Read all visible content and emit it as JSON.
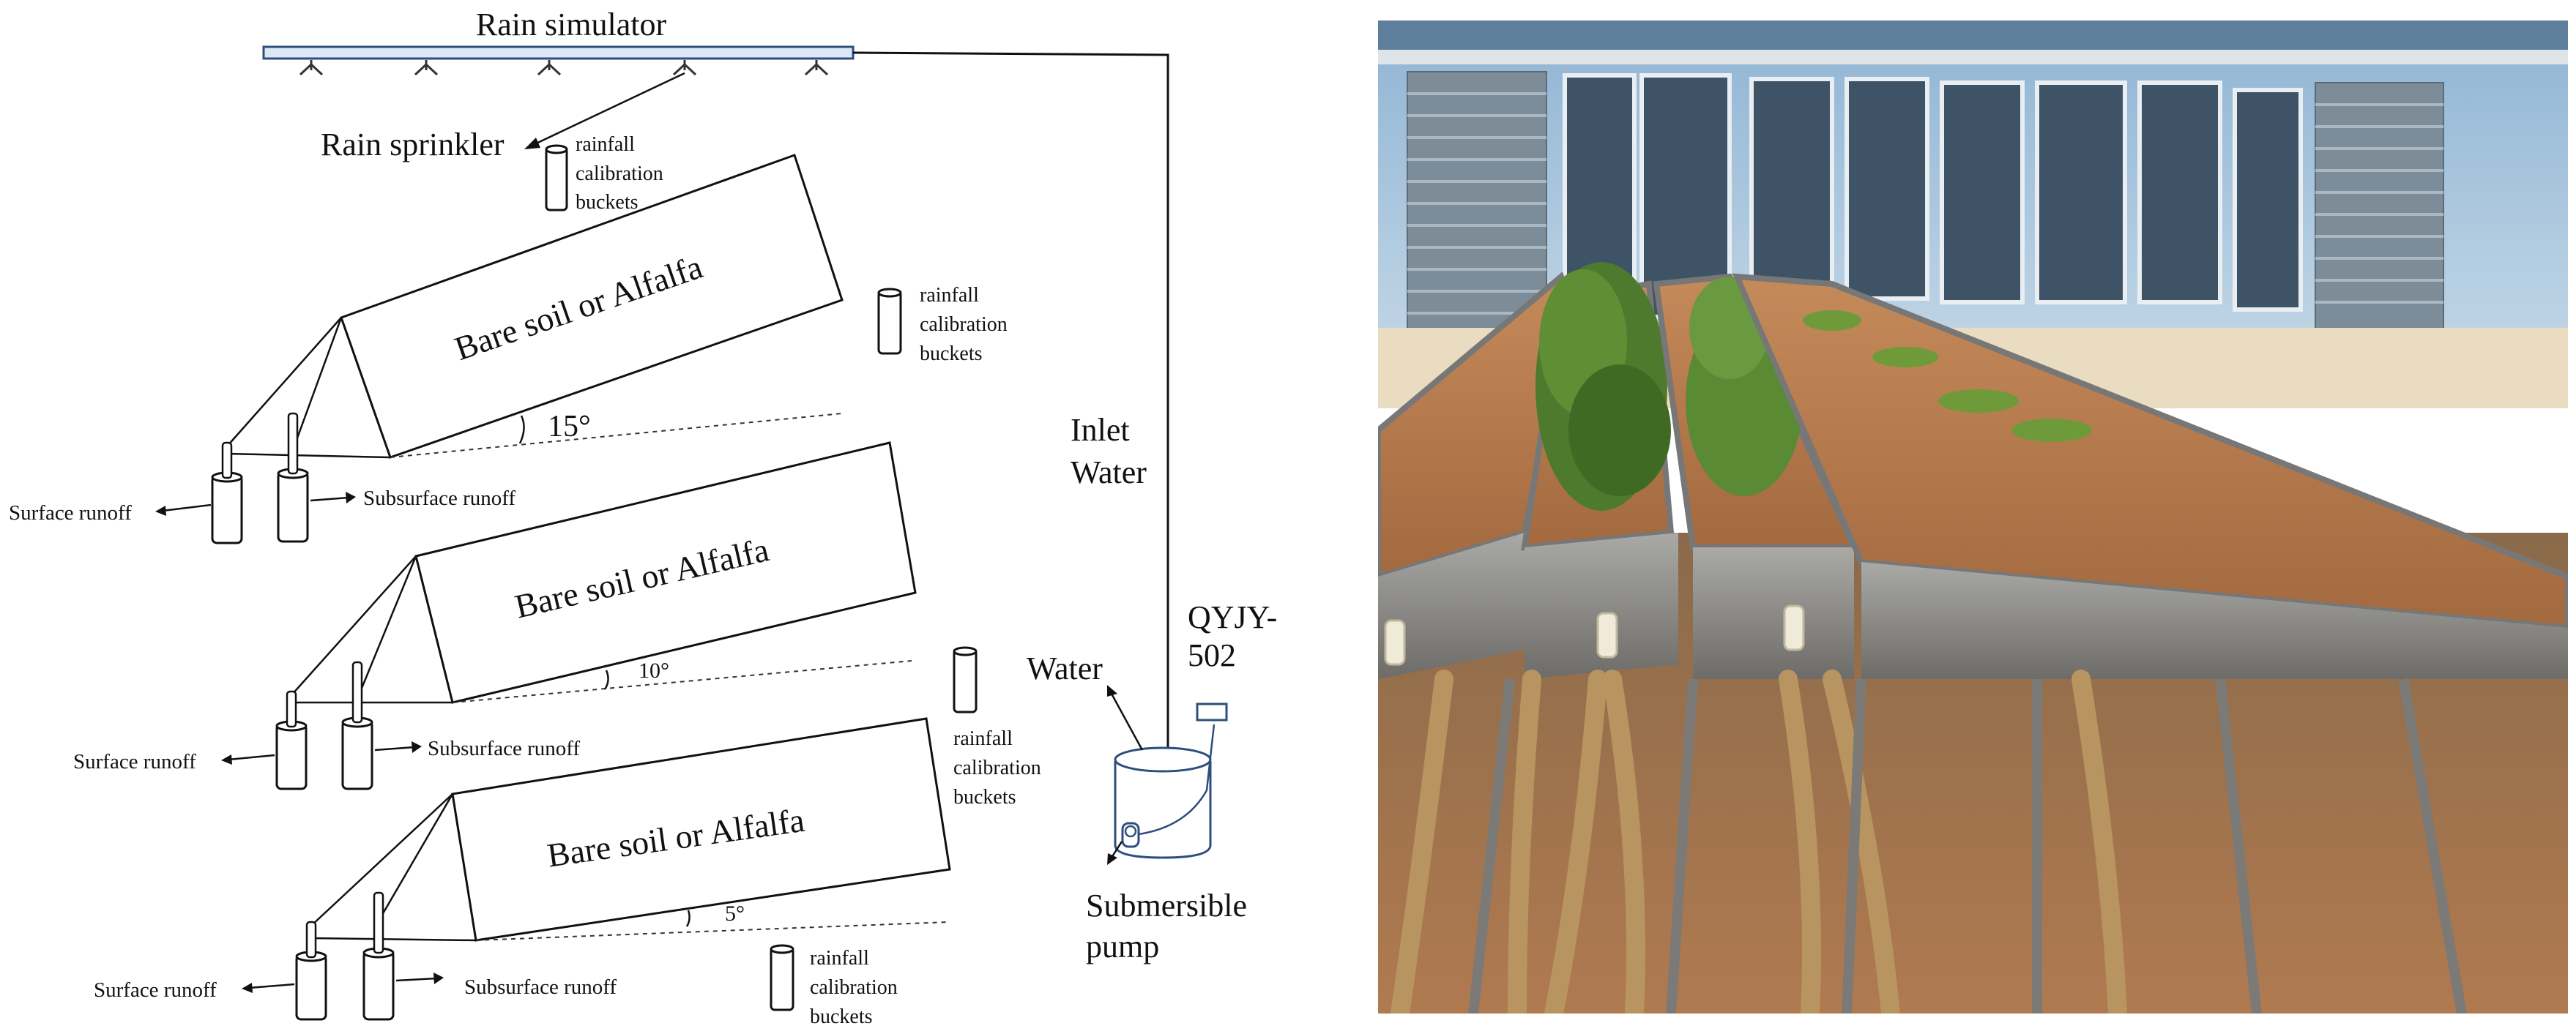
{
  "diagram": {
    "rain_simulator_label": "Rain simulator",
    "rain_sprinkler_label": "Rain sprinkler",
    "inlet_label_line1": "Inlet",
    "inlet_label_line2": "Water",
    "water_label": "Water",
    "qyjy_line1": "QYJY-",
    "qyjy_line2": "502",
    "pump_line1": "Submersible",
    "pump_line2": "pump",
    "bucket_line1": "rainfall",
    "bucket_line2": "calibration",
    "bucket_line3": "buckets",
    "plot_label": "Bare soil or Alfalfa",
    "surface_runoff_label": "Surface runoff",
    "subsurface_runoff_label": "Subsurface runoff",
    "angle_15": "15°",
    "angle_10": "10°",
    "angle_5": "5°"
  },
  "photo": {
    "subject": "outdoor experimental soil runoff troughs with alfalfa in front of greenhouse"
  }
}
